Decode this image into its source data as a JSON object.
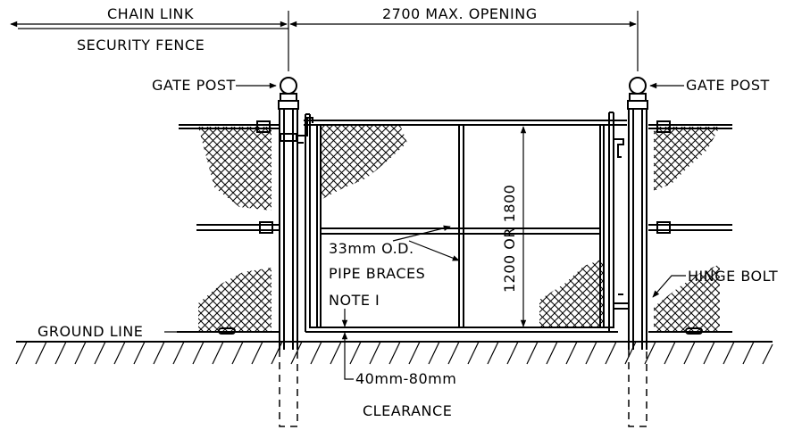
{
  "labels": {
    "chain_link": "CHAIN LINK",
    "security_fence": "SECURITY FENCE",
    "max_opening": "2700 MAX. OPENING",
    "gate_post_left": "GATE POST",
    "gate_post_right": "GATE POST",
    "height": "1200 OR 1800",
    "pipe_od": "33mm O.D.",
    "pipe_braces": "PIPE BRACES",
    "note": "NOTE I",
    "hinge_bolt": "HINGE BOLT",
    "ground_line": "GROUND LINE",
    "clearance_range": "40mm-80mm",
    "clearance": "CLEARANCE"
  }
}
